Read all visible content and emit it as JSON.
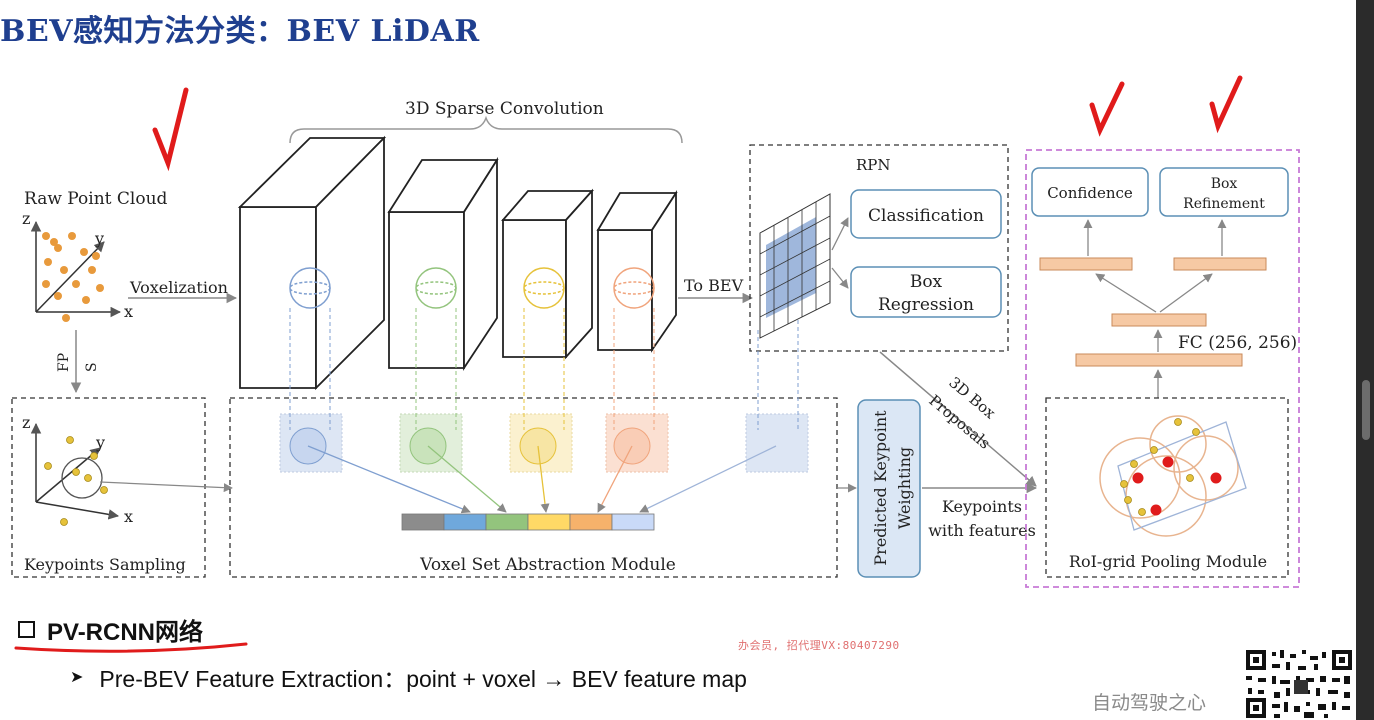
{
  "header": {
    "title": "BEV感知方法分类：BEV LiDAR"
  },
  "diagram": {
    "raw_point_cloud": "Raw Point Cloud",
    "voxelization": "Voxelization",
    "sparse_conv": "3D Sparse Convolution",
    "to_bev": "To BEV",
    "rpn": "RPN",
    "classification": "Classification",
    "box_regression_1": "Box",
    "box_regression_2": "Regression",
    "proposals_1": "3D Box",
    "proposals_2": "Proposals",
    "fp": "FP",
    "s": "S",
    "keypoints_sampling": "Keypoints Sampling",
    "vsa_module": "Voxel Set Abstraction Module",
    "predicted_weighting_1": "Predicted Keypoint",
    "predicted_weighting_2": "Weighting",
    "keypoints_features_1": "Keypoints",
    "keypoints_features_2": "with features",
    "confidence": "Confidence",
    "box_ref_1": "Box",
    "box_ref_2": "Refinement",
    "fc": "FC (256, 256)",
    "roi_pooling": "RoI-grid Pooling Module",
    "axis_x": "x",
    "axis_y": "y",
    "axis_z": "z"
  },
  "footer": {
    "section_heading": "PV-RCNN网络",
    "bullet": "Pre-BEV Feature Extraction：point + voxel → BEV feature map",
    "watermark_red": "办会员, 招代理VX:80407290",
    "watermark_gray": "自动驾驶之心"
  },
  "colors": {
    "title_blue": "#1f3f8f",
    "accent_red": "#e01b1b",
    "roi_border": "#c77ad6",
    "box_border": "#5b8fb5",
    "bev_blue": "#7f9fd0",
    "point_orange": "#e89a3c",
    "point_yellow": "#e6c23a",
    "fc_bar": "#f6c9a4"
  }
}
